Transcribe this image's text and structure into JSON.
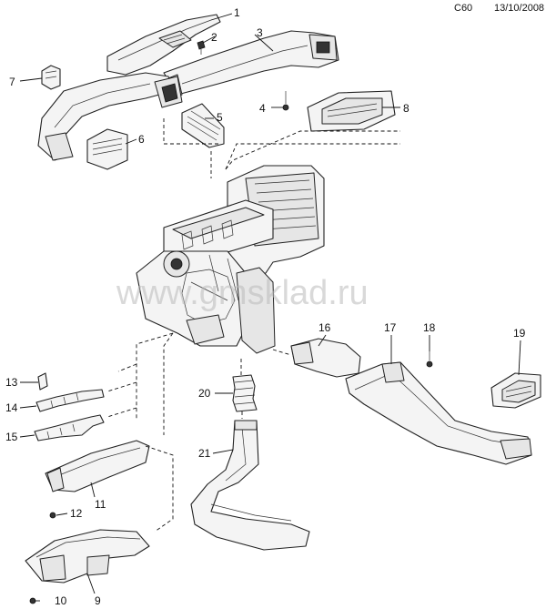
{
  "header": {
    "code": "C60",
    "date": "13/10/2008"
  },
  "watermark": "www.gmsklad.ru",
  "callouts": [
    {
      "id": "c1",
      "label": "1"
    },
    {
      "id": "c2",
      "label": "2"
    },
    {
      "id": "c3",
      "label": "3"
    },
    {
      "id": "c4",
      "label": "4"
    },
    {
      "id": "c5",
      "label": "5"
    },
    {
      "id": "c6",
      "label": "6"
    },
    {
      "id": "c7",
      "label": "7"
    },
    {
      "id": "c8",
      "label": "8"
    },
    {
      "id": "c9",
      "label": "9"
    },
    {
      "id": "c10",
      "label": "10"
    },
    {
      "id": "c11",
      "label": "11"
    },
    {
      "id": "c12",
      "label": "12"
    },
    {
      "id": "c13",
      "label": "13"
    },
    {
      "id": "c14",
      "label": "14"
    },
    {
      "id": "c15",
      "label": "15"
    },
    {
      "id": "c16",
      "label": "16"
    },
    {
      "id": "c17",
      "label": "17"
    },
    {
      "id": "c18",
      "label": "18"
    },
    {
      "id": "c19",
      "label": "19"
    },
    {
      "id": "c20",
      "label": "20"
    },
    {
      "id": "c21",
      "label": "21"
    }
  ]
}
